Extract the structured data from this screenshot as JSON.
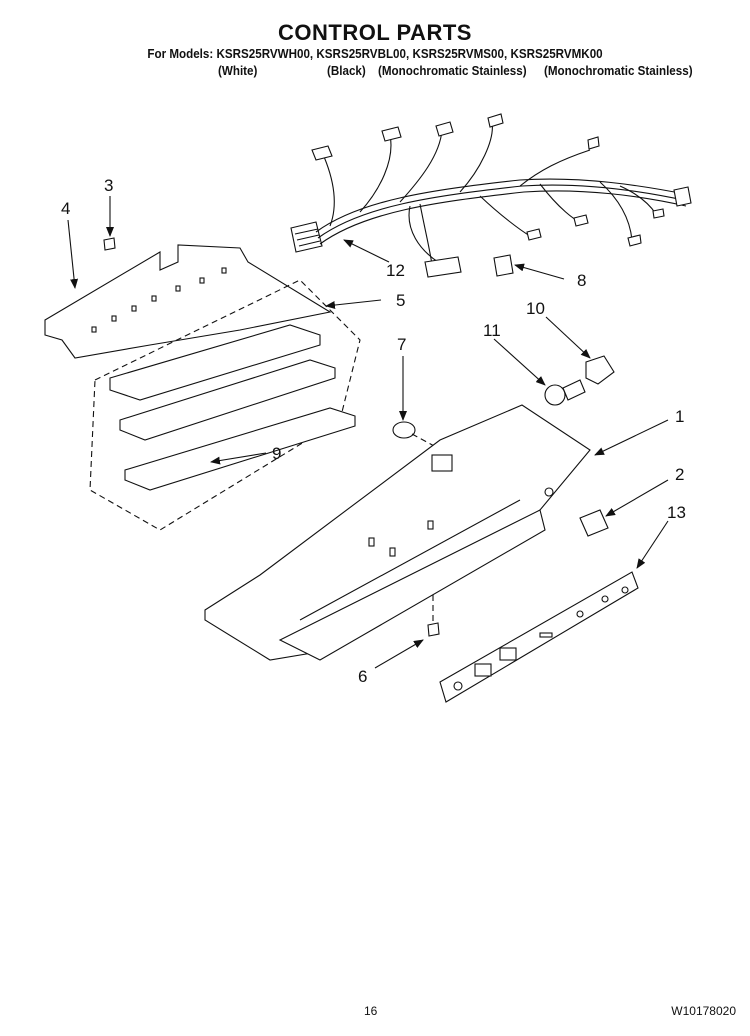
{
  "header": {
    "title": "CONTROL PARTS",
    "models_line": "For Models: KSRS25RVWH00, KSRS25RVBL00, KSRS25RVMS00, KSRS25RVMK00",
    "variants": [
      "(White)",
      "(Black)",
      "(Monochromatic Stainless)",
      "(Monochromatic Stainless)"
    ]
  },
  "callouts": [
    "1",
    "2",
    "3",
    "4",
    "5",
    "6",
    "7",
    "8",
    "9",
    "10",
    "11",
    "12",
    "13"
  ],
  "footer": {
    "page_number": "16",
    "document_number": "W10178020"
  }
}
